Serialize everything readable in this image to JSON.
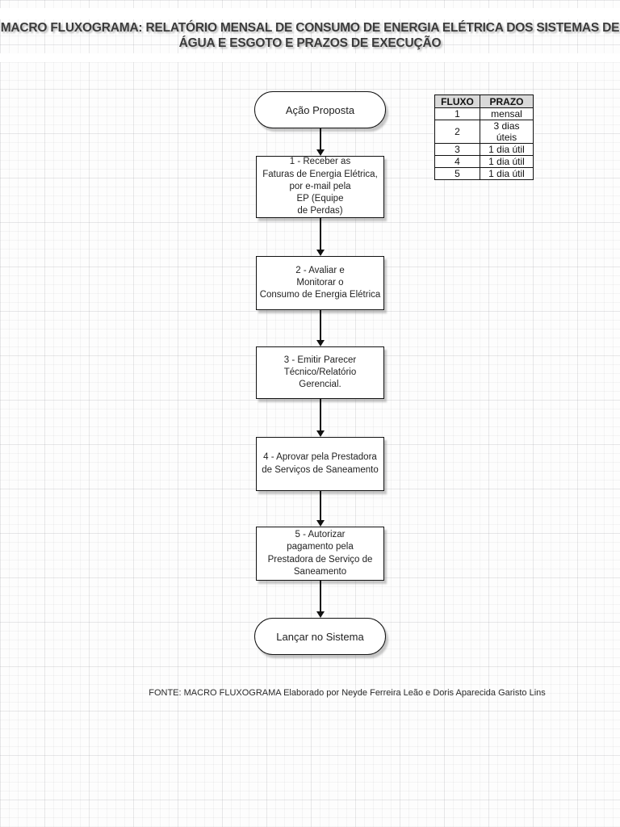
{
  "page": {
    "title_line1": "MACRO FLUXOGRAMA: RELATÓRIO MENSAL DE CONSUMO DE ENERGIA ELÉTRICA DOS SISTEMAS DE",
    "title_line2": "ÁGUA E ESGOTO E PRAZOS DE EXECUÇÃO",
    "footer": "FONTE: MACRO FLUXOGRAMA Elaborado por Neyde Ferreira Leão e Doris Aparecida Garisto Lins"
  },
  "flowchart": {
    "start_label": "Ação Proposta",
    "steps": [
      {
        "text": "1 - Receber as\nFaturas de Energia Elétrica,\npor e-mail pela\nEP (Equipe\nde Perdas)"
      },
      {
        "text": "2 - Avaliar e\nMonitorar o\nConsumo de Energia Elétrica"
      },
      {
        "text": "3 - Emitir Parecer\nTécnico/Relatório\nGerencial."
      },
      {
        "text": "4 - Aprovar pela Prestadora\nde Serviços de Saneamento"
      },
      {
        "text": "5 - Autorizar\npagamento pela\nPrestadora de Serviço de\nSaneamento"
      }
    ],
    "end_label": "Lançar no Sistema"
  },
  "deadline_table": {
    "headers": [
      "FLUXO",
      "PRAZO"
    ],
    "rows": [
      [
        "1",
        "mensal"
      ],
      [
        "2",
        "3 dias úteis"
      ],
      [
        "3",
        "1 dia útil"
      ],
      [
        "4",
        "1 dia útil"
      ],
      [
        "5",
        "1 dia útil"
      ]
    ]
  },
  "colors": {
    "table_header_bg": "#d9d9d9",
    "node_fill": "#ffffff",
    "node_border": "#111111",
    "title_text": "#3b3b3b",
    "grid_line": "#ececec"
  }
}
